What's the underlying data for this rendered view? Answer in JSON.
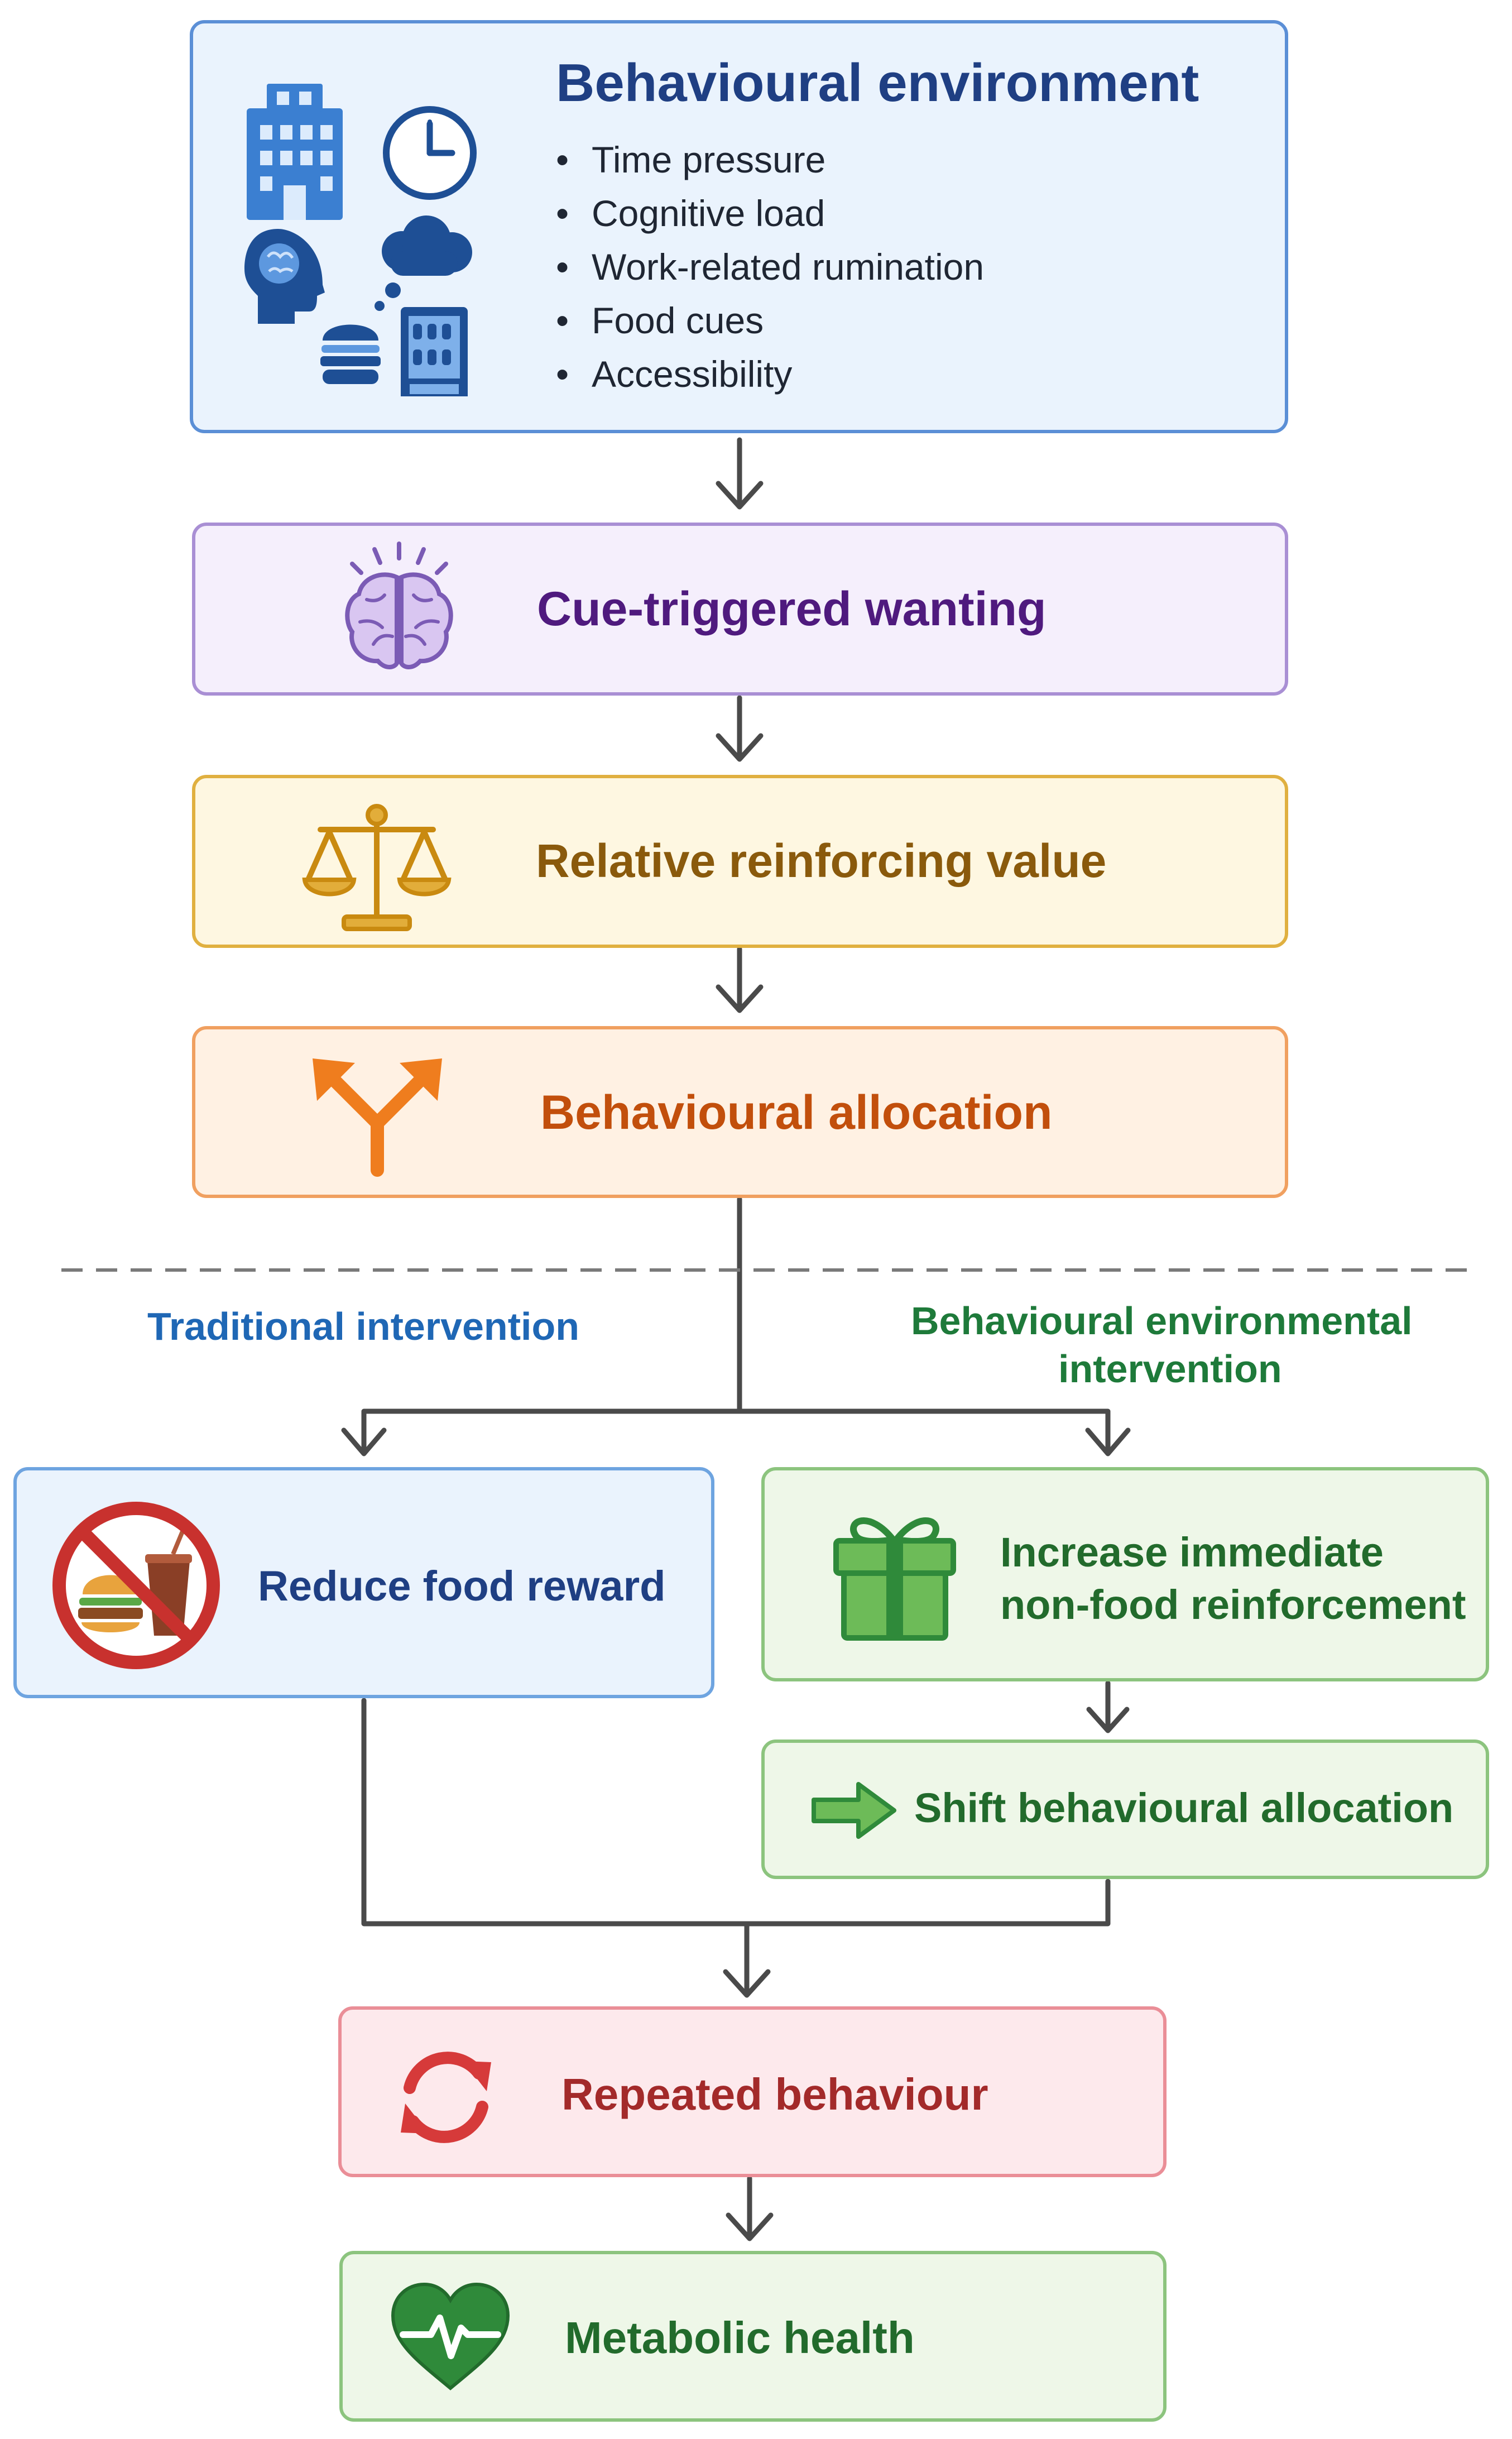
{
  "environment": {
    "title": "Behavioural environment",
    "factors": [
      "Time pressure",
      "Cognitive load",
      "Work-related rumination",
      "Food cues",
      "Accessibility"
    ],
    "icons": [
      "office-building-icon",
      "clock-icon",
      "head-brain-icon",
      "thought-bubble-icon",
      "burger-icon",
      "vending-machine-icon"
    ]
  },
  "steps": {
    "wanting": {
      "label": "Cue-triggered wanting",
      "icon": "brain-icon"
    },
    "value": {
      "label": "Relative reinforcing value",
      "icon": "balance-scale-icon"
    },
    "allocation": {
      "label": "Behavioural allocation",
      "icon": "fork-arrows-icon"
    }
  },
  "branches": {
    "traditional": {
      "heading": "Traditional intervention",
      "box_label": "Reduce food reward",
      "icon": "no-food-icon"
    },
    "environmental": {
      "heading_line1": "Behavioural environmental",
      "heading_line2": "intervention",
      "box_line1": "Increase immediate",
      "box_line2": "non-food reinforcement",
      "icon": "gift-icon",
      "shift_label": "Shift behavioural allocation",
      "shift_icon": "right-arrow-icon"
    }
  },
  "outcomes": {
    "repeated": {
      "label": "Repeated behaviour",
      "icon": "refresh-cycle-icon"
    },
    "health": {
      "label": "Metabolic health",
      "icon": "heart-pulse-icon"
    }
  },
  "colors": {
    "blue": "#1f55a6",
    "blue_fill": "#eaf3fd",
    "blue_border": "#5b8fd6",
    "purple": "#4f1a7e",
    "purple_fill": "#f5effc",
    "purple_border": "#a98fd4",
    "gold": "#8a5a0c",
    "gold_fill": "#fef7e1",
    "gold_border": "#e0b040",
    "orange": "#c24f0c",
    "orange_fill": "#fff1e3",
    "orange_border": "#f0a060",
    "green": "#226b2c",
    "green_fill": "#eef7e8",
    "green_border": "#8cc47e",
    "red": "#a32a2a",
    "red_fill": "#fde9ec",
    "red_border": "#ea8e97",
    "connector": "#4a4a4a"
  }
}
